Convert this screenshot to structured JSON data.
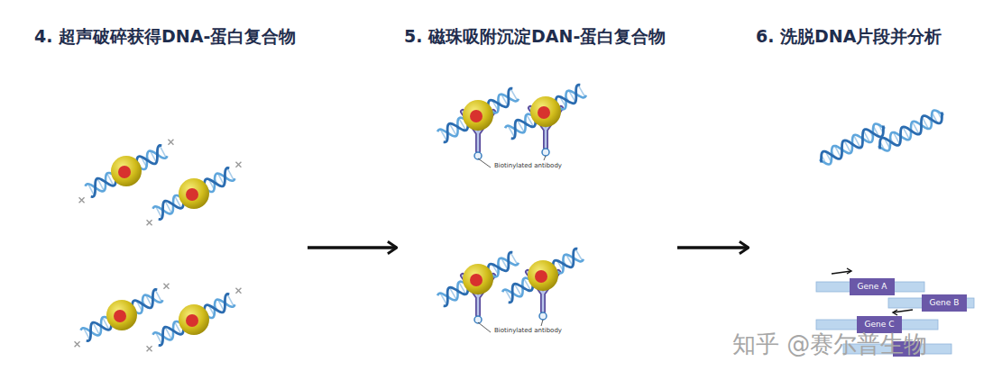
{
  "diagram": {
    "nodes": [
      {
        "text": [
          "4. 超声破碎获得DNA-蛋白复合物"
        ]
      },
      {
        "text": [
          "5. 磁珠吸附沉淀DAN-蛋白复合物"
        ]
      },
      {
        "text": [
          "6. 洗脱DNA片段并分析"
        ]
      }
    ],
    "edges": [
      {
        "from": 0,
        "to": 1,
        "arrow": "to"
      },
      {
        "from": 1,
        "to": 2,
        "arrow": "to"
      }
    ],
    "labels": [
      "Biotinylated antibody",
      "Biotinylated antibody",
      "Gene A",
      "Gene B",
      "Gene C",
      "知乎 @赛尔普生物"
    ]
  }
}
